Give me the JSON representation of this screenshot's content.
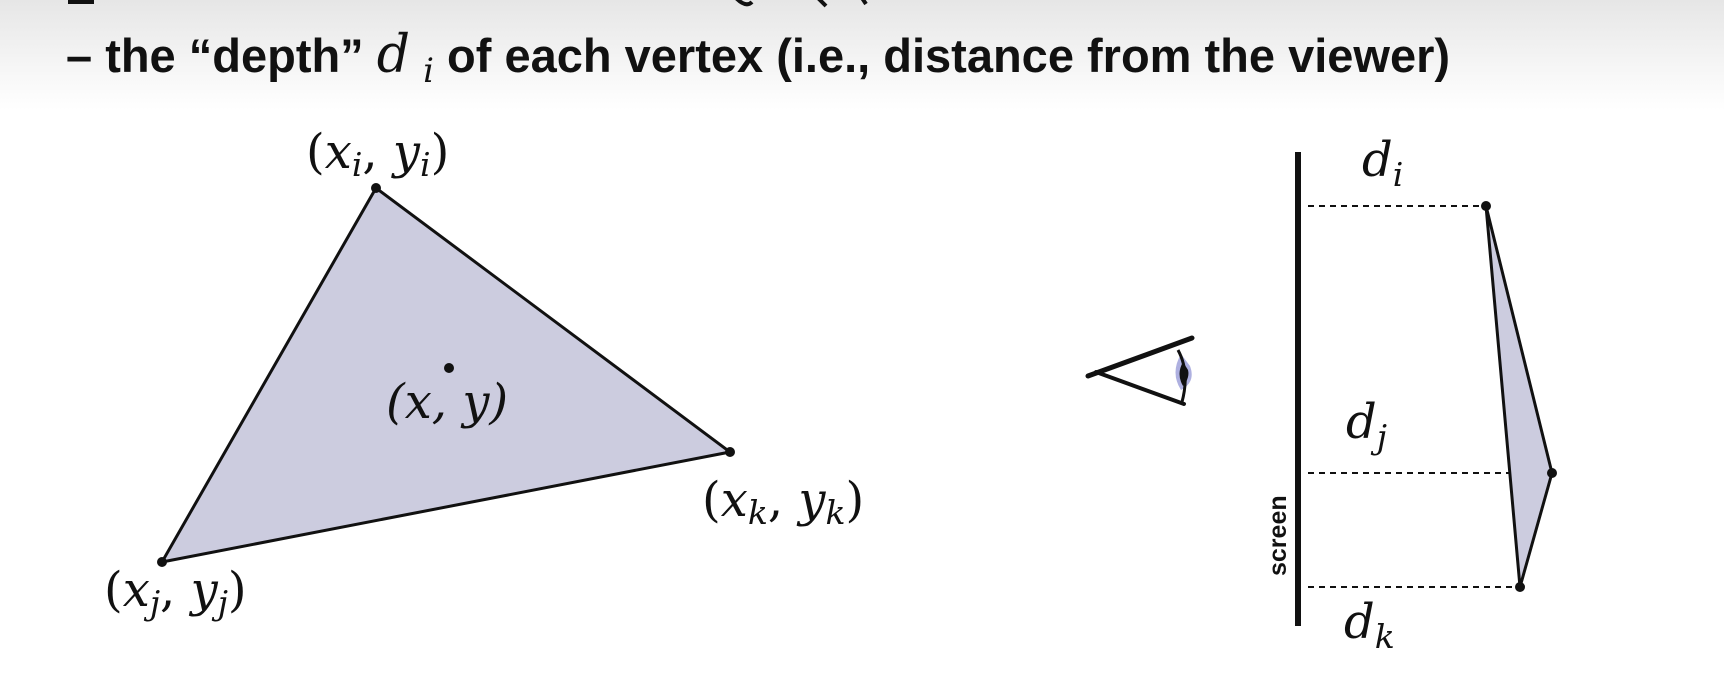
{
  "heading": {
    "line_text": "– the “depth” ",
    "depth_var": "d",
    "depth_sub": "i",
    "line_rest": " of each vertex (i.e., distance from the viewer)"
  },
  "triangle": {
    "vertex_i": {
      "open": "(",
      "x": "x",
      "x_sub": "i",
      "comma": ", ",
      "y": "y",
      "y_sub": "i",
      "close": ")"
    },
    "vertex_j": {
      "open": "(",
      "x": "x",
      "x_sub": "j",
      "comma": ", ",
      "y": "y",
      "y_sub": "j",
      "close": ")"
    },
    "vertex_k": {
      "open": "(",
      "x": "x",
      "x_sub": "k",
      "comma": ", ",
      "y": "y",
      "y_sub": "k",
      "close": ")"
    },
    "point_label": "(x, y)",
    "fill_color": "#ccccdf",
    "stroke_color": "#111111"
  },
  "side_view": {
    "screen_label": "screen",
    "depth_i": {
      "var": "d",
      "sub": "i"
    },
    "depth_j": {
      "var": "d",
      "sub": "j"
    },
    "depth_k": {
      "var": "d",
      "sub": "k"
    },
    "eye_iris_color": "#aeb0e0",
    "fill_color": "#ccccdf"
  }
}
